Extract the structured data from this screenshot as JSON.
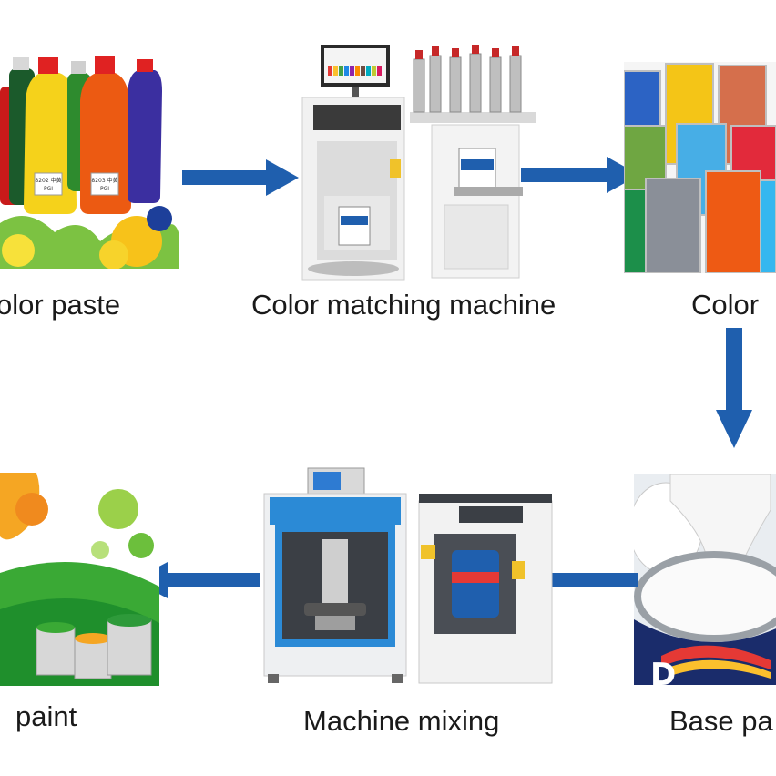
{
  "steps": [
    {
      "id": "color-paste",
      "label": "olor paste"
    },
    {
      "id": "color-matching-machine",
      "label": "Color matching machine"
    },
    {
      "id": "color",
      "label": "Color"
    },
    {
      "id": "base-paint",
      "label": "Base pa"
    },
    {
      "id": "machine-mixing",
      "label": "Machine mixing"
    },
    {
      "id": "paint",
      "label": "paint"
    }
  ],
  "bottle_labels": {
    "left": "8202 中黄\nPGI",
    "right": "8203 中黄\nPGI"
  },
  "colors": {
    "arrow": "#1f5fae",
    "machine_blue": "#2b8ad6",
    "machine_white": "#eef0f2"
  }
}
